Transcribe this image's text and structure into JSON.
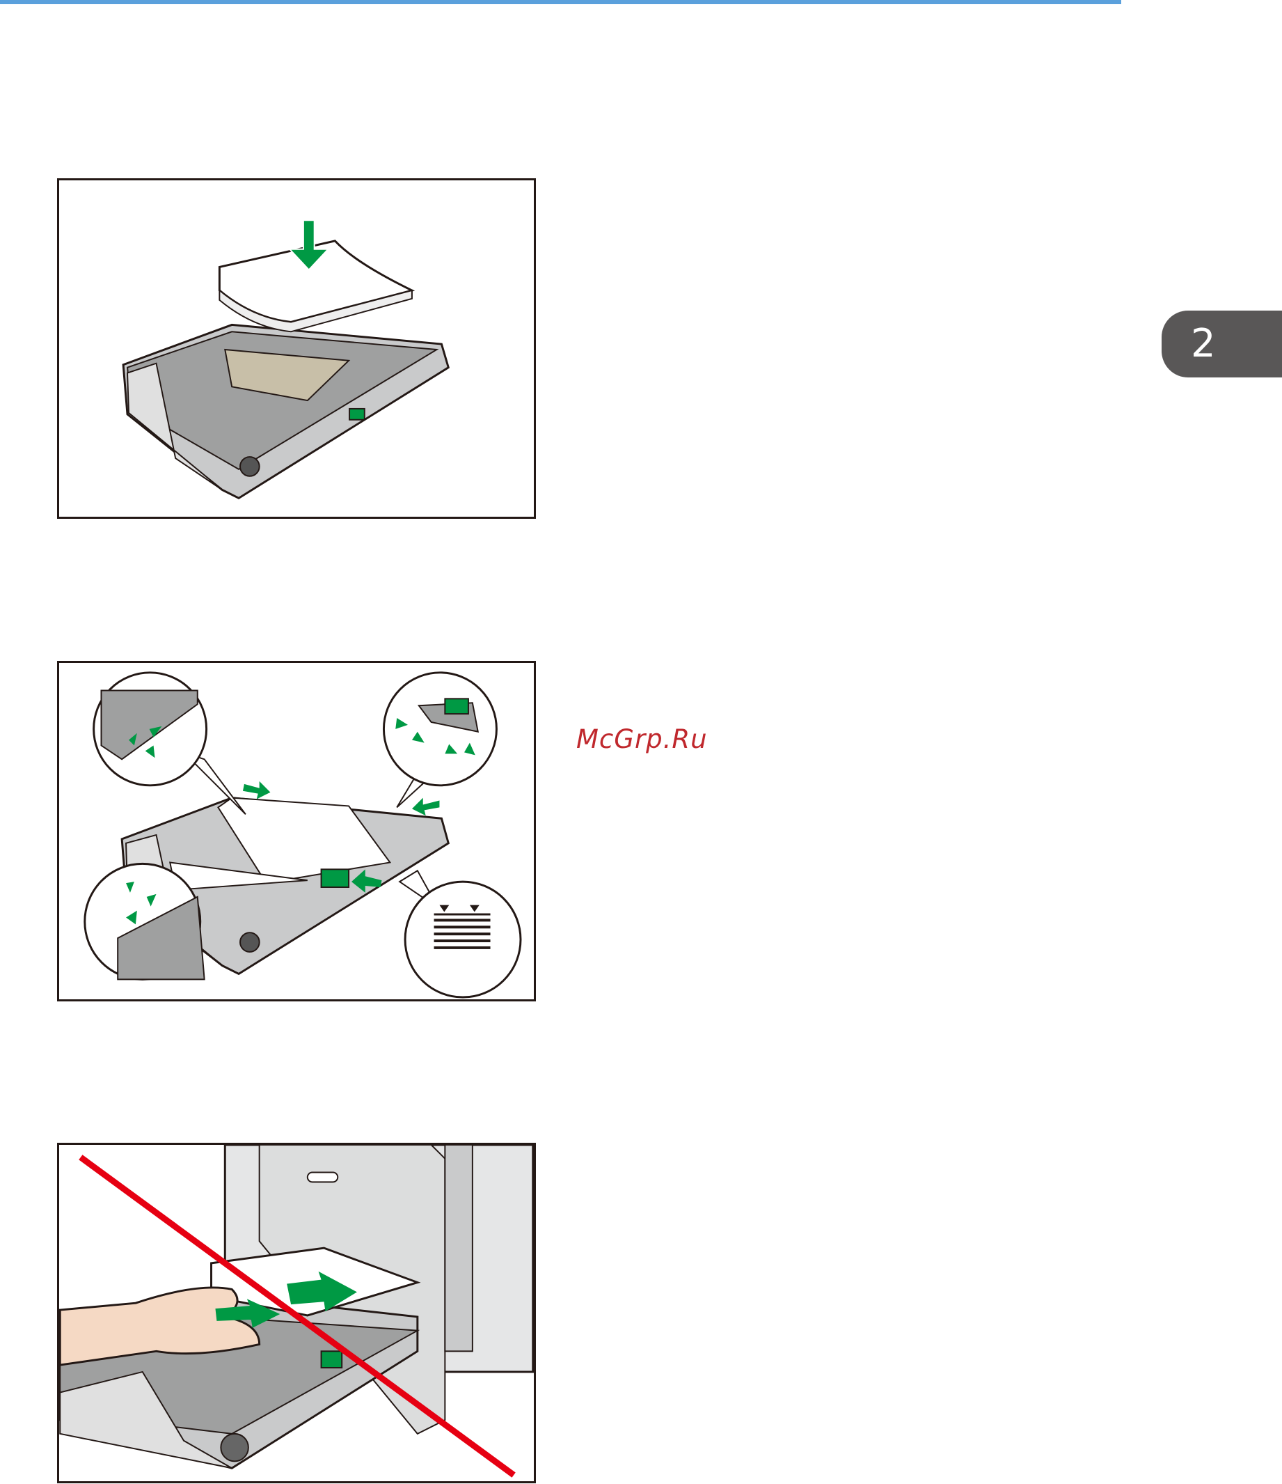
{
  "chapter_tab": {
    "number": "2"
  },
  "watermark": {
    "text": "McGrp.Ru"
  },
  "figures": [
    {
      "name": "load-paper-stack-into-tray"
    },
    {
      "name": "adjust-paper-guides-and-limit-mark"
    },
    {
      "name": "do-not-push-paper-into-tray-in-machine"
    }
  ],
  "colors": {
    "accent_rule": "#5aa0dc",
    "tab_background": "#595757",
    "arrow_green": "#009944",
    "prohibition_red": "#e60012",
    "watermark": "#c0282d"
  },
  "icons": [
    "down-arrow-icon",
    "push-arrow-icon",
    "click-mark-icon",
    "paper-limit-mark-icon",
    "prohibition-line-icon"
  ]
}
